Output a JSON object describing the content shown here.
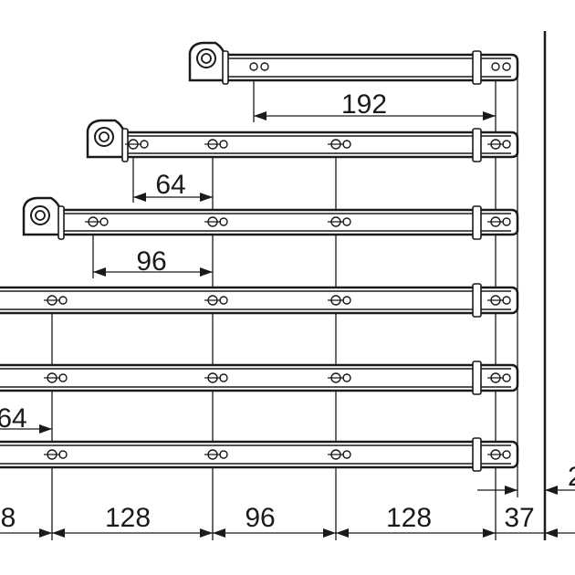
{
  "diagram": {
    "dimensions": {
      "dim_192": "192",
      "dim_64_upper": "64",
      "dim_96_upper": "96",
      "dim_64_left": "64",
      "bottom_row": [
        "8",
        "128",
        "96",
        "128",
        "37"
      ],
      "right_partial": "2"
    }
  }
}
